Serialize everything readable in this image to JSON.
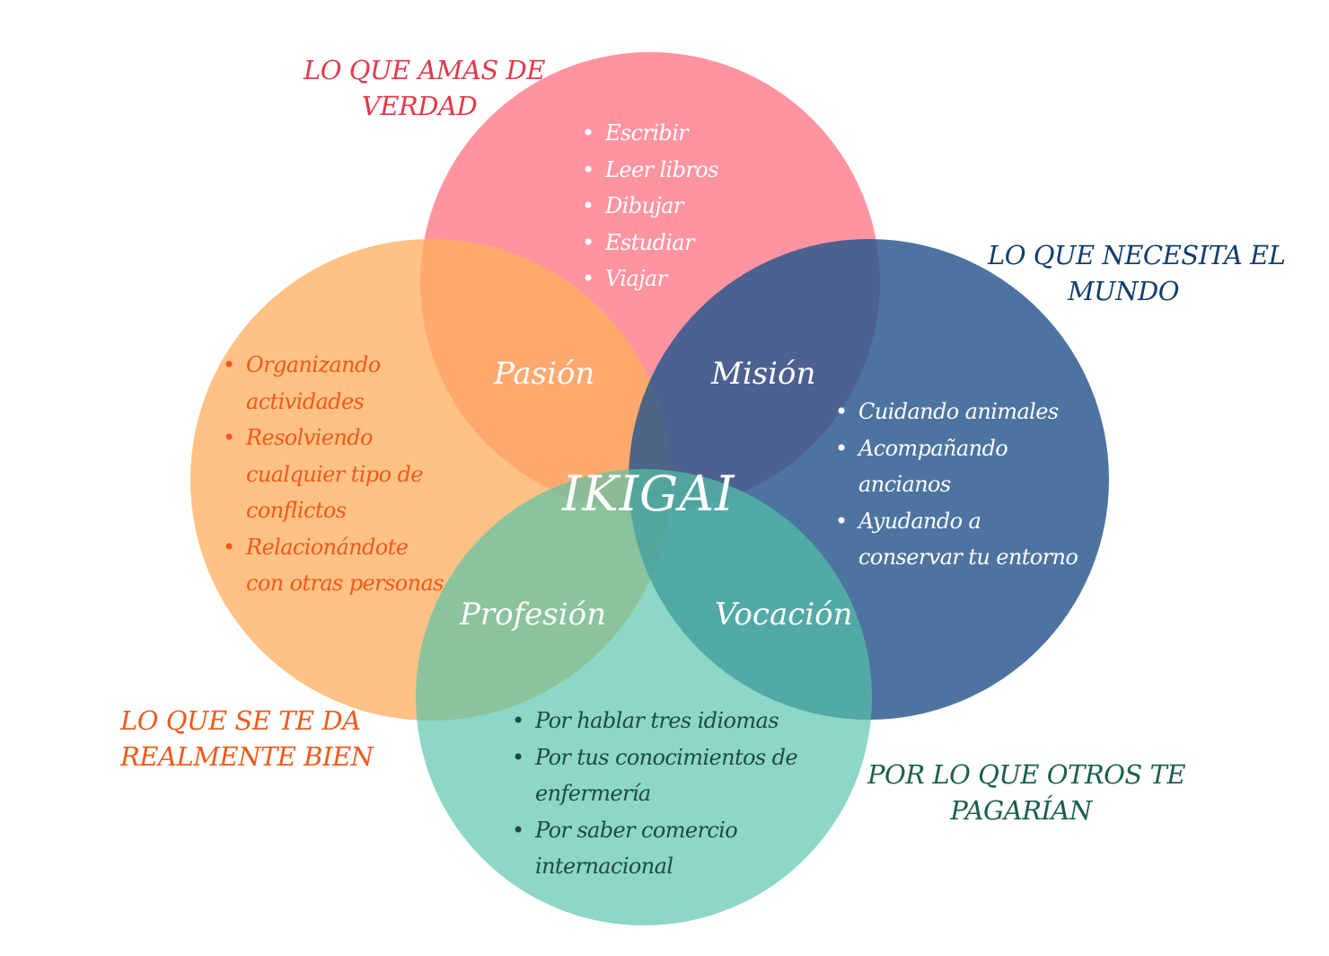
{
  "title": "IKIGAI",
  "sections": {
    "love": {
      "heading": [
        "LO QUE AMAS DE",
        "VERDAD"
      ],
      "items": [
        "Escribir",
        "Leer libros",
        "Dibujar",
        "Estudiar",
        "Viajar"
      ],
      "color": "#ff7687",
      "text_color": "#e23a4a"
    },
    "good_at": {
      "heading": [
        "LO QUE SE TE DA",
        "REALMENTE BIEN"
      ],
      "items": [
        "Organizando\nactividades",
        "Resolviendo\ncualquier tipo de\nconflictos",
        "Relacionándote\ncon otras personas"
      ],
      "color": "#ffb062",
      "text_color": "#ef5a1c"
    },
    "world_needs": {
      "heading": [
        "LO QUE NECESITA EL",
        "MUNDO"
      ],
      "items": [
        "Cuidando animales",
        "Acompañando\nancianos",
        "Ayudando a\nconservar tu entorno"
      ],
      "color": "#26568c",
      "text_color": "#123e6e"
    },
    "paid_for": {
      "heading": [
        "POR LO QUE OTROS TE",
        "PAGARÍAN"
      ],
      "items": [
        "Por hablar tres idiomas",
        "Por tus conocimientos de\nenfermería",
        "Por saber comercio\ninternacional"
      ],
      "color": "#56c4aa",
      "text_color": "#1b5e4e"
    }
  },
  "overlaps": {
    "passion": "Pasión",
    "mission": "Misión",
    "profession": "Profesión",
    "vocation": "Vocación"
  }
}
